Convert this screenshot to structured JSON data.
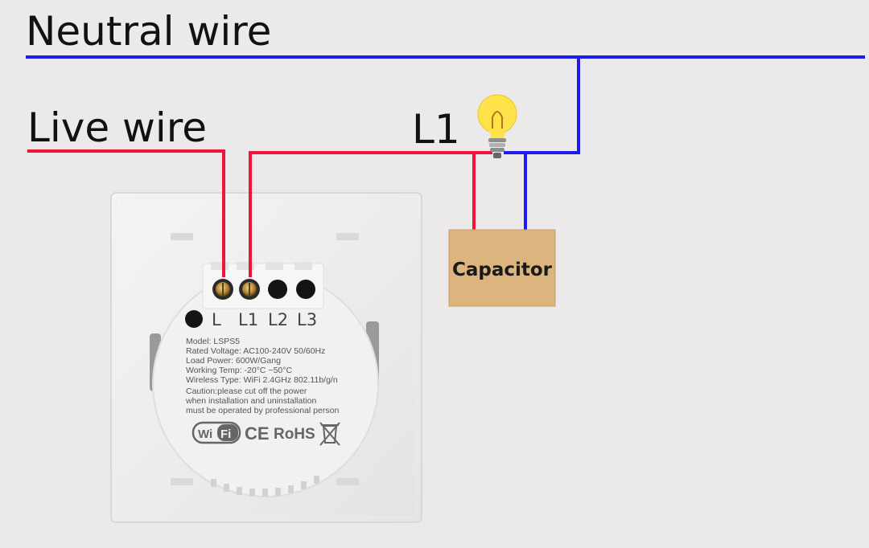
{
  "labels": {
    "neutral_wire": "Neutral wire",
    "live_wire": "Live wire",
    "l1": "L1",
    "capacitor": "Capacitor"
  },
  "terminals": [
    "L",
    "L1",
    "L2",
    "L3"
  ],
  "specs": {
    "model": "Model: LSPS5",
    "rated_voltage": "Rated Voltage: AC100-240V 50/60Hz",
    "load_power": "Load Power: 600W/Gang",
    "working_temp": "Working Temp: -20°C ~50°C",
    "wireless_type": "Wireless Type: WiFi 2.4GHz 802.11b/g/n",
    "caution_1": "Caution:please cut off the power",
    "caution_2": "when installation and uninstallation",
    "caution_3": "must be operated by professional person"
  },
  "marks": {
    "wifi": "Wi Fi",
    "ce": "CE",
    "rohs": "RoHS"
  },
  "colors": {
    "neutral": "#1c1cf0",
    "live": "#f0143a",
    "capacitor_fill": "#dcb47e",
    "bulb": "#ffe24a",
    "background": "#ebe9ea"
  },
  "icons": [
    "light-bulb-icon",
    "wifi-logo-icon",
    "weee-bin-icon"
  ]
}
